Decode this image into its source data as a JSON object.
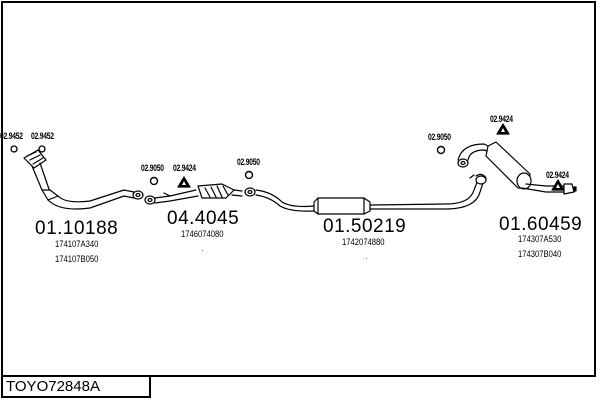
{
  "diagram": {
    "code": "TOYO72848A",
    "groups": [
      {
        "part_number": "01.10188",
        "oem_numbers": [
          "174107A340",
          "174107B050"
        ],
        "accessories": [
          {
            "code": "02.9452",
            "icon": "gasket-ring-icon"
          },
          {
            "code": "02.9452",
            "icon": "gasket-ring-icon"
          }
        ]
      },
      {
        "part_number": "04.4045",
        "oem_numbers": [
          "1746074080"
        ],
        "accessories": [
          {
            "code": "02.9050",
            "icon": "gasket-ring-icon"
          },
          {
            "code": "02.9424",
            "icon": "mounting-kit-triangle-icon"
          },
          {
            "code": "02.9050",
            "icon": "gasket-ring-icon"
          }
        ]
      },
      {
        "part_number": "01.50219",
        "oem_numbers": [
          "1742074880"
        ],
        "accessories": []
      },
      {
        "part_number": "01.60459",
        "oem_numbers": [
          "174307A530",
          "174307B040"
        ],
        "accessories": [
          {
            "code": "02.9050",
            "icon": "gasket-ring-icon"
          },
          {
            "code": "02.9424",
            "icon": "mounting-kit-triangle-icon"
          },
          {
            "code": "02.9424",
            "icon": "mounting-kit-triangle-icon"
          }
        ]
      }
    ]
  }
}
